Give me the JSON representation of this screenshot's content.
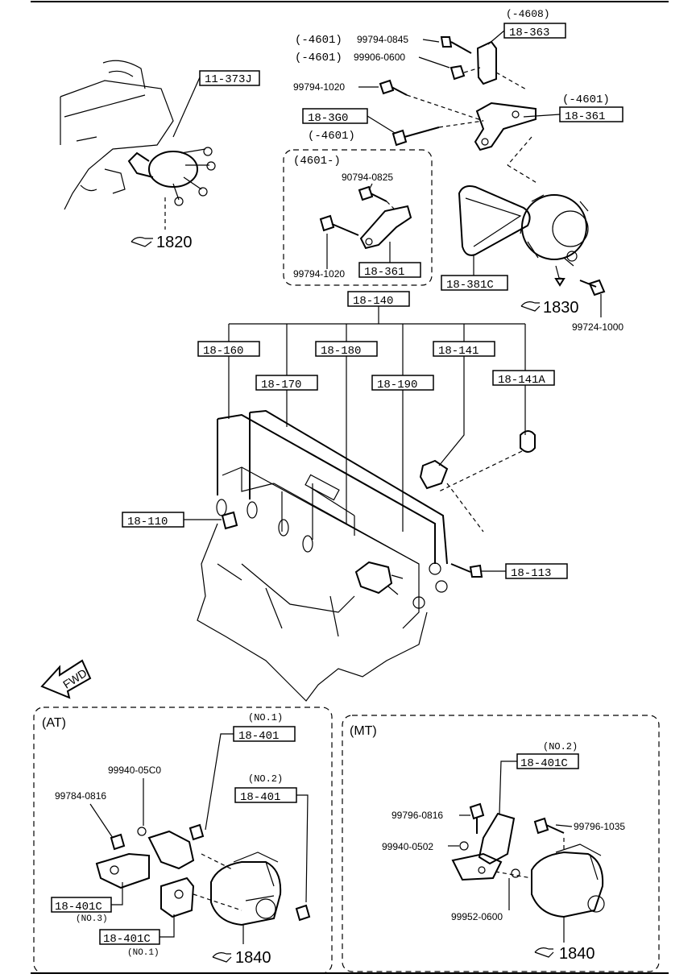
{
  "labels": {
    "l4608": "(-4608)",
    "r18_363": "18-363",
    "l4601a": "(-4601)",
    "p99794_0845": "99794-0845",
    "l4601b": "(-4601)",
    "p99906_0600": "99906-0600",
    "p99794_1020a": "99794-1020",
    "l4601c": "(-4601)",
    "r18_361a": "18-361",
    "r18_3g0": "18-3G0",
    "l4601d": "(-4601)",
    "r11_373j": "11-373J",
    "r1820": "1820",
    "l4601e": "(4601-)",
    "p90794_0825": "90794-0825",
    "p99794_1020b": "99794-1020",
    "r18_361b": "18-361",
    "r18_381c": "18-381C",
    "r1830": "1830",
    "p99724_1000": "99724-1000",
    "r18_140": "18-140",
    "r18_160": "18-160",
    "r18_170": "18-170",
    "r18_180": "18-180",
    "r18_190": "18-190",
    "r18_141": "18-141",
    "r18_141a": "18-141A",
    "r18_110": "18-110",
    "r18_113": "18-113",
    "fwd": "FWD",
    "at": "(AT)",
    "at_no1": "(NO.1)",
    "at_18_401a": "18-401",
    "p99940_05c0": "99940-05C0",
    "at_no2": "(NO.2)",
    "at_18_401b": "18-401",
    "p99784_0816": "99784-0816",
    "at_18_401c_a": "18-401C",
    "at_no3": "(NO.3)",
    "at_18_401c_b": "18-401C",
    "at_no1b": "(NO.1)",
    "at_1840": "1840",
    "mt": "(MT)",
    "mt_no2": "(NO.2)",
    "mt_18_401c": "18-401C",
    "p99796_0816": "99796-0816",
    "p99796_1035": "99796-1035",
    "p99940_0502": "99940-0502",
    "p99952_0600": "99952-0600",
    "mt_1840": "1840"
  }
}
